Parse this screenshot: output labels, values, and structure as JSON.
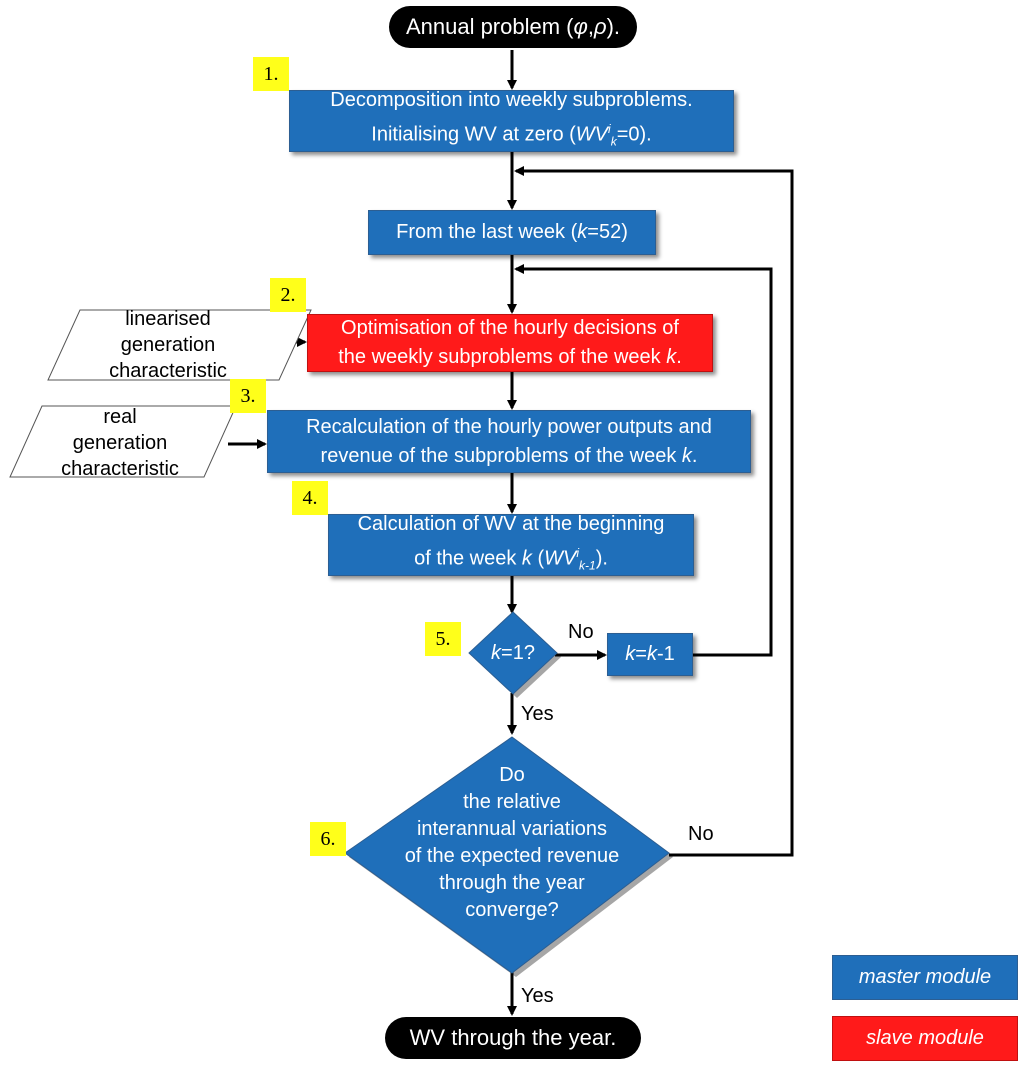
{
  "start": {
    "label": "Annual problem (",
    "phi": "φ",
    "comma": ",",
    "rho": "ρ",
    "end": ")."
  },
  "steps": {
    "s1": "1.",
    "s2": "2.",
    "s3": "3.",
    "s4": "4.",
    "s5": "5.",
    "s6": "6."
  },
  "box1": {
    "line1": "Decomposition into weekly subproblems.",
    "line2a": "Initialising WV at zero (",
    "wv": "WV",
    "sup": "i",
    "sub": "k",
    "line2b": "=0)."
  },
  "box_last": {
    "text_a": "From the last week (",
    "k": "k",
    "text_b": "=52)"
  },
  "box2": {
    "line1": "Optimisation of the hourly decisions of",
    "line2a": "the weekly subproblems of the week ",
    "k": "k",
    "dot": "."
  },
  "box3": {
    "line1": "Recalculation of the hourly power outputs and",
    "line2a": "revenue of the subproblems of the week ",
    "k": "k",
    "dot": "."
  },
  "box4": {
    "line1": "Calculation of WV at the beginning",
    "line2a": "of the week ",
    "k": "k",
    "paren": " (",
    "wv": "WV",
    "sup": "i",
    "sub": "k-1",
    "end": ")."
  },
  "input1": {
    "l1": "linearised",
    "l2": "generation",
    "l3": "characteristic"
  },
  "input2": {
    "l1": "real",
    "l2": "generation",
    "l3": "characteristic"
  },
  "decision1": {
    "k": "k",
    "rest": "=1?"
  },
  "box_dec": {
    "k1": "k",
    "eq": "=",
    "k2": "k",
    "rest": "-1"
  },
  "decision2": {
    "l1": "Do",
    "l2": "the relative",
    "l3": "interannual variations",
    "l4": "of the expected revenue",
    "l5": "through the year",
    "l6": "converge?"
  },
  "labels": {
    "no1": "No",
    "yes1": "Yes",
    "no2": "No",
    "yes2": "Yes"
  },
  "end": {
    "label": "WV through the year."
  },
  "legend": {
    "master": "master module",
    "slave": "slave module"
  },
  "colors": {
    "master": "#1f6fba",
    "slave": "#ff1a1a",
    "highlight": "#ffff1a"
  }
}
